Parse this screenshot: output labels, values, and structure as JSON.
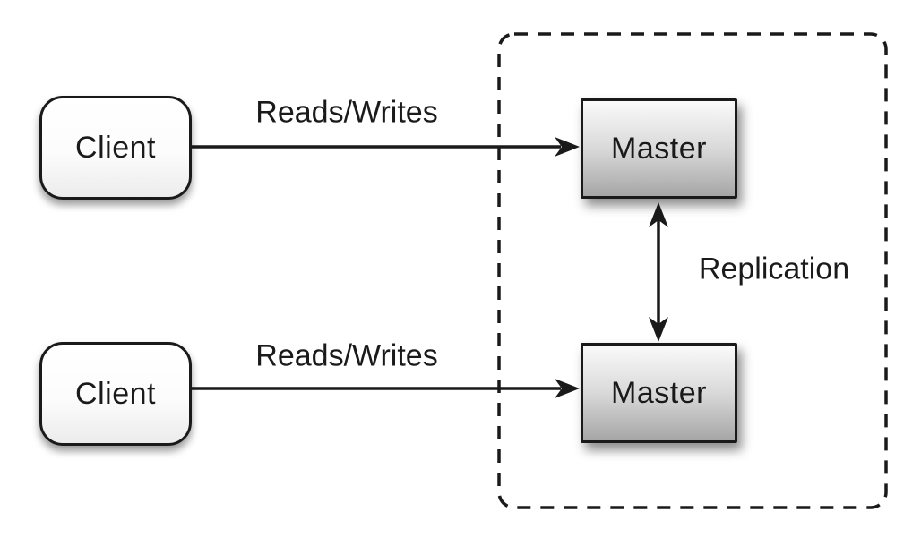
{
  "diagram": {
    "description": "Master-master replication diagram",
    "nodes": [
      {
        "id": "client-top",
        "label": "Client",
        "shape": "rounded-rect"
      },
      {
        "id": "client-bottom",
        "label": "Client",
        "shape": "rounded-rect"
      },
      {
        "id": "master-top",
        "label": "Master",
        "shape": "rect"
      },
      {
        "id": "master-bottom",
        "label": "Master",
        "shape": "rect"
      }
    ],
    "edges": [
      {
        "id": "reads-writes-top",
        "label": "Reads/Writes",
        "from": "client-top",
        "to": "master-top",
        "arrow": "single"
      },
      {
        "id": "reads-writes-bottom",
        "label": "Reads/Writes",
        "from": "client-bottom",
        "to": "master-bottom",
        "arrow": "single"
      },
      {
        "id": "replication",
        "label": "Replication",
        "from": "master-top",
        "to": "master-bottom",
        "arrow": "double"
      }
    ],
    "group": {
      "id": "replication-group",
      "style": "dashed-rounded-rect",
      "contains": [
        "master-top",
        "master-bottom"
      ]
    },
    "colors": {
      "background": "#ffffff",
      "stroke": "#1a1a1a",
      "text": "#1a1a1a",
      "client_fill_top": "#ffffff",
      "client_fill_bottom": "#ececec",
      "master_fill_top": "#fafafa",
      "master_fill_bottom": "#a6a6a6"
    }
  }
}
